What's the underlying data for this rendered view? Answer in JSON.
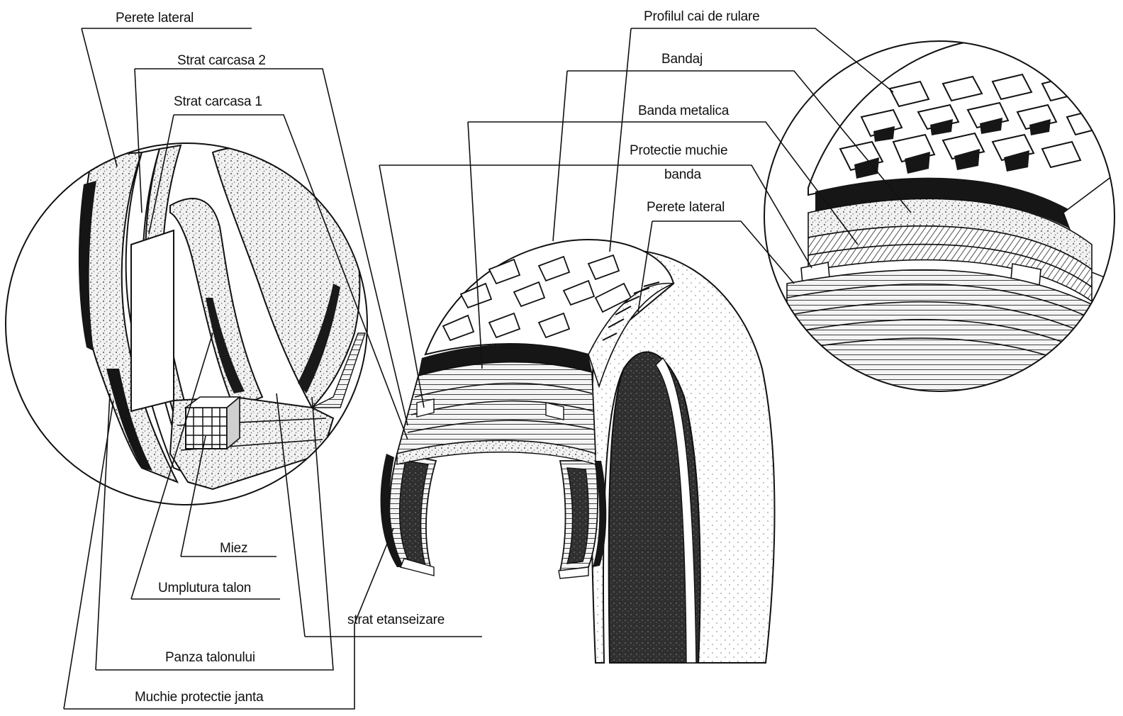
{
  "labels": {
    "perete_lateral_left": "Perete lateral",
    "strat_carcasa_2": "Strat carcasa 2",
    "strat_carcasa_1": "Strat carcasa 1",
    "miez": "Miez",
    "umplutura_talon": "Umplutura talon",
    "panza_talonului": "Panza talonului",
    "muchie_protectie_janta": "Muchie protectie janta",
    "strat_etanseizare": "strat etanseizare",
    "profilul_cai_de_rulare": "Profilul cai de rulare",
    "bandaj": "Bandaj",
    "banda_metalica": "Banda metalica",
    "protectie_muchie_banda_1": "Protectie muchie",
    "protectie_muchie_banda_2": "banda",
    "perete_lateral_right": "Perete lateral"
  },
  "colors": {
    "ink": "#111111",
    "paper": "#ffffff",
    "speckle": "#8a8a8a",
    "dark_fill": "#3a3a3a",
    "tread_black": "#161616"
  }
}
